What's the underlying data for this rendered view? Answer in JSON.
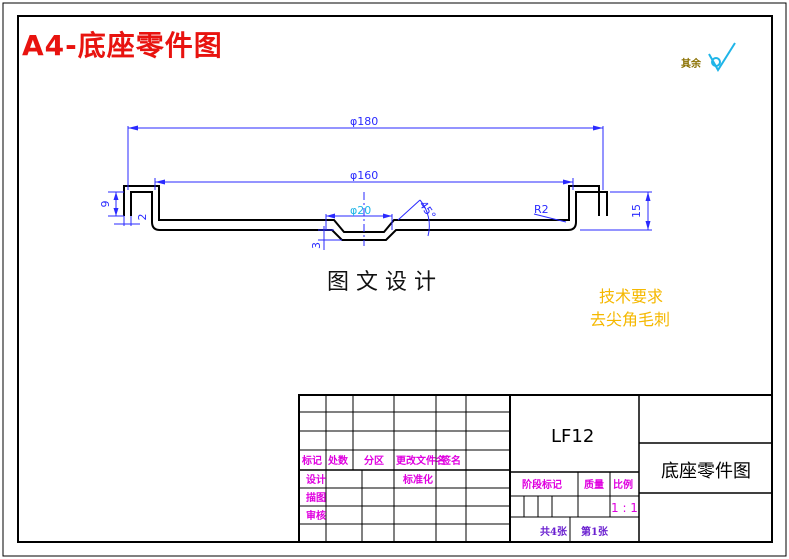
{
  "title": "A4-底座零件图",
  "surface_finish": {
    "label": "其余",
    "icon": "surface-roughness-check-icon"
  },
  "dimensions": {
    "outer_width": "φ180",
    "inner_width": "φ160",
    "hole_dia": "φ20",
    "angle": "45°",
    "radius": "R2",
    "height": "15",
    "flange": "9",
    "thickness": "2",
    "recess": "3"
  },
  "watermark": "图文设计",
  "technical_requirements": {
    "title": "技术要求",
    "items": [
      "去尖角毛刺"
    ]
  },
  "title_block": {
    "material": "LF12",
    "part_name": "底座零件图",
    "change_headers": [
      "标记",
      "处数",
      "分区",
      "更改文件名",
      "签名"
    ],
    "roles": [
      "设计",
      "标准化",
      "描图",
      "审核"
    ],
    "stage_mark": "阶段标记",
    "mass": "质量",
    "scale_label": "比例",
    "scale_value": "1 : 1",
    "total_sheets": "共4张",
    "sheet_no": "第1张"
  },
  "colors": {
    "title": "#e8130f",
    "dimension": "#2a2aff",
    "outline": "#000000",
    "requirements": "#f5b800",
    "title_block_text": "#e000e0"
  }
}
